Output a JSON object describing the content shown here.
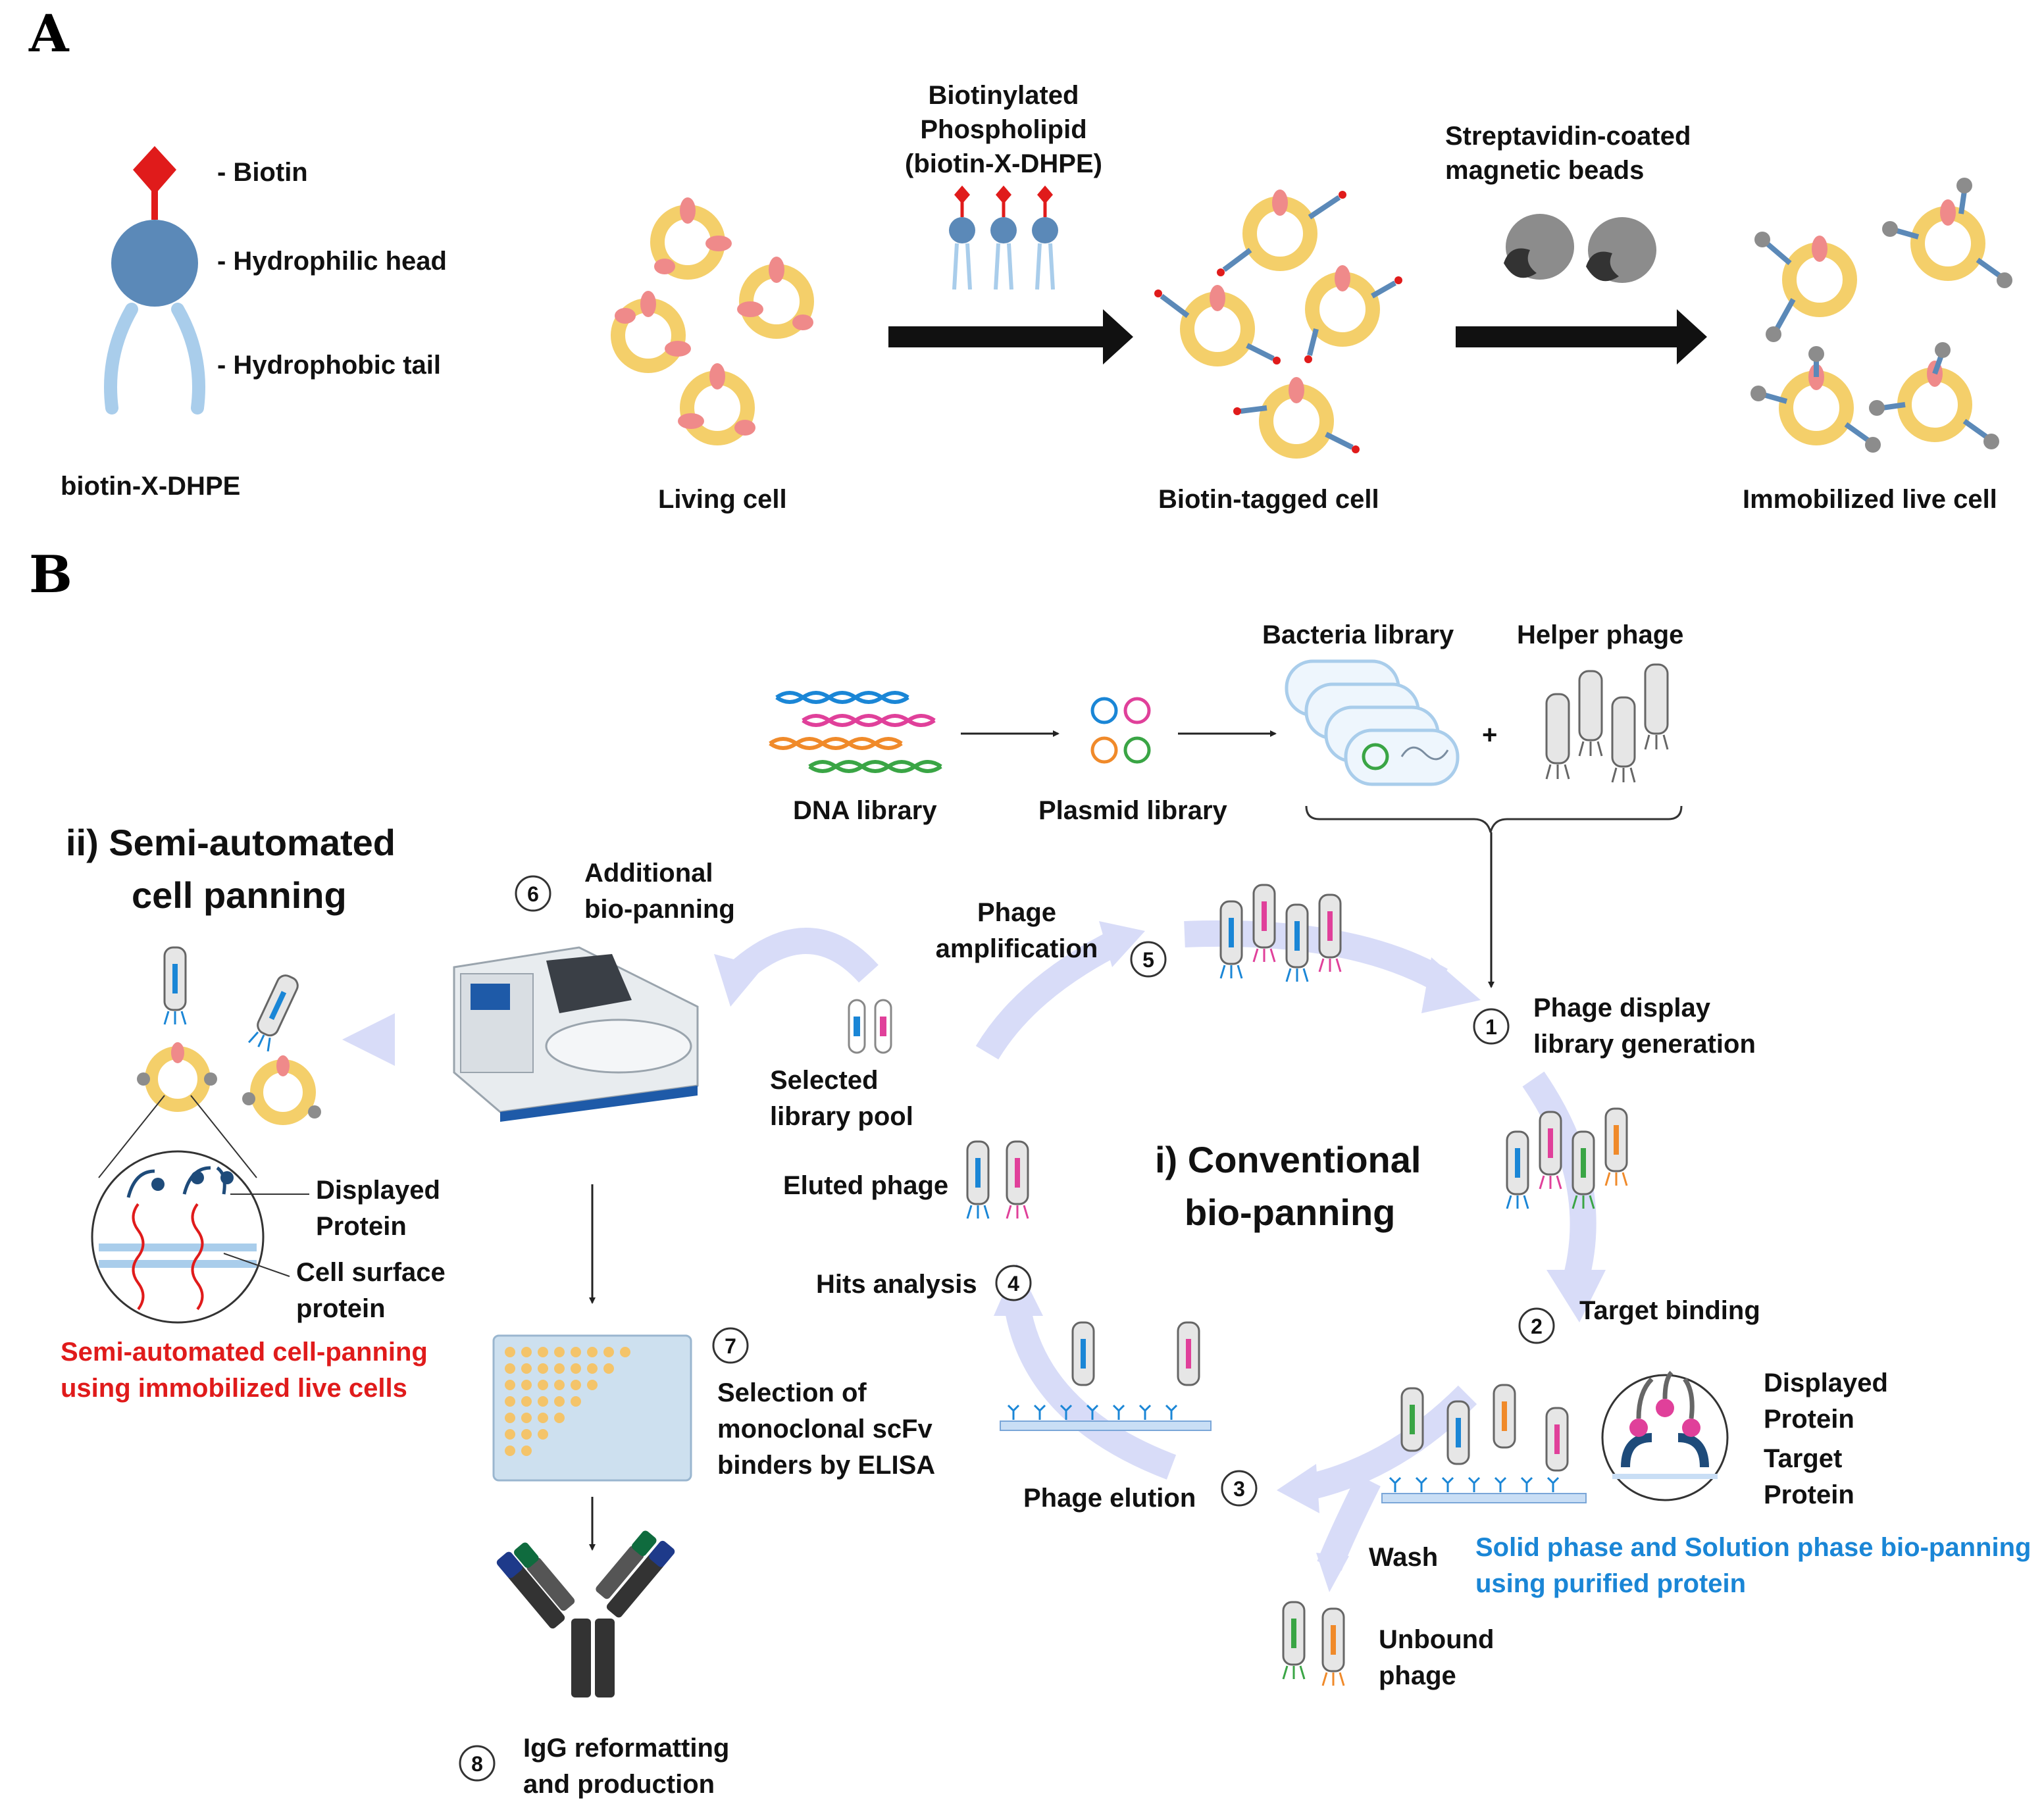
{
  "panels": {
    "a": "A",
    "b": "B"
  },
  "panel_a": {
    "legend": {
      "biotin": "- Biotin",
      "head": "- Hydrophilic head",
      "tail": "- Hydrophobic tail",
      "molecule": "biotin-X-DHPE"
    },
    "living_cell": "Living cell",
    "reagent1": [
      "Biotinylated",
      "Phospholipid",
      "(biotin-X-DHPE)"
    ],
    "biotin_tagged": "Biotin-tagged cell",
    "reagent2": [
      "Streptavidin-coated",
      "magnetic beads"
    ],
    "immobilized": "Immobilized live cell"
  },
  "panel_b": {
    "dna_library": "DNA library",
    "plasmid_library": "Plasmid library",
    "bacteria_library": "Bacteria library",
    "helper_phage": "Helper phage",
    "plus": "+",
    "semi_title": [
      "ii) Semi-automated",
      "cell panning"
    ],
    "conv_title": [
      "i) Conventional",
      "bio-panning"
    ],
    "steps": {
      "s1": {
        "num": "1",
        "label": [
          "Phage display",
          "library generation"
        ]
      },
      "s2": {
        "num": "2",
        "label": [
          "Target binding"
        ]
      },
      "s3": {
        "num": "3",
        "label": [
          "Phage elution"
        ]
      },
      "s4": {
        "num": "4",
        "label": [
          "Hits analysis"
        ]
      },
      "s5": {
        "num": "5",
        "label": [
          "Phage",
          "amplification"
        ]
      },
      "s6": {
        "num": "6",
        "label": [
          "Additional",
          "bio-panning"
        ]
      },
      "s7": {
        "num": "7",
        "label": [
          "Selection of",
          "monoclonal scFv",
          "binders by ELISA"
        ]
      },
      "s8": {
        "num": "8",
        "label": [
          "IgG reformatting",
          "and production"
        ]
      }
    },
    "selected_pool": [
      "Selected",
      "library pool"
    ],
    "eluted_phage": "Eluted phage",
    "wash": "Wash",
    "unbound": [
      "Unbound",
      "phage"
    ],
    "displayed_protein_left": [
      "Displayed",
      "Protein"
    ],
    "cell_surface": [
      "Cell surface",
      "protein"
    ],
    "semi_caption": [
      "Semi-automated cell-panning",
      "using immobilized live cells"
    ],
    "displayed_protein_right": [
      "Displayed",
      "Protein"
    ],
    "target_protein": [
      "Target",
      "Protein"
    ],
    "solid_caption": [
      "Solid phase and Solution phase bio-panning",
      "using purified protein"
    ]
  },
  "colors": {
    "biotin": "#e01b1b",
    "head": "#5b89b8",
    "tail": "#a9cdeb",
    "cell_ring": "#f4cf6a",
    "cell_protein": "#ef8a8a",
    "bead": "#8c8c8c",
    "cycle_arrow": "#d8dcf8",
    "red_text": "#e01b1b",
    "blue_text": "#1a86d6"
  }
}
